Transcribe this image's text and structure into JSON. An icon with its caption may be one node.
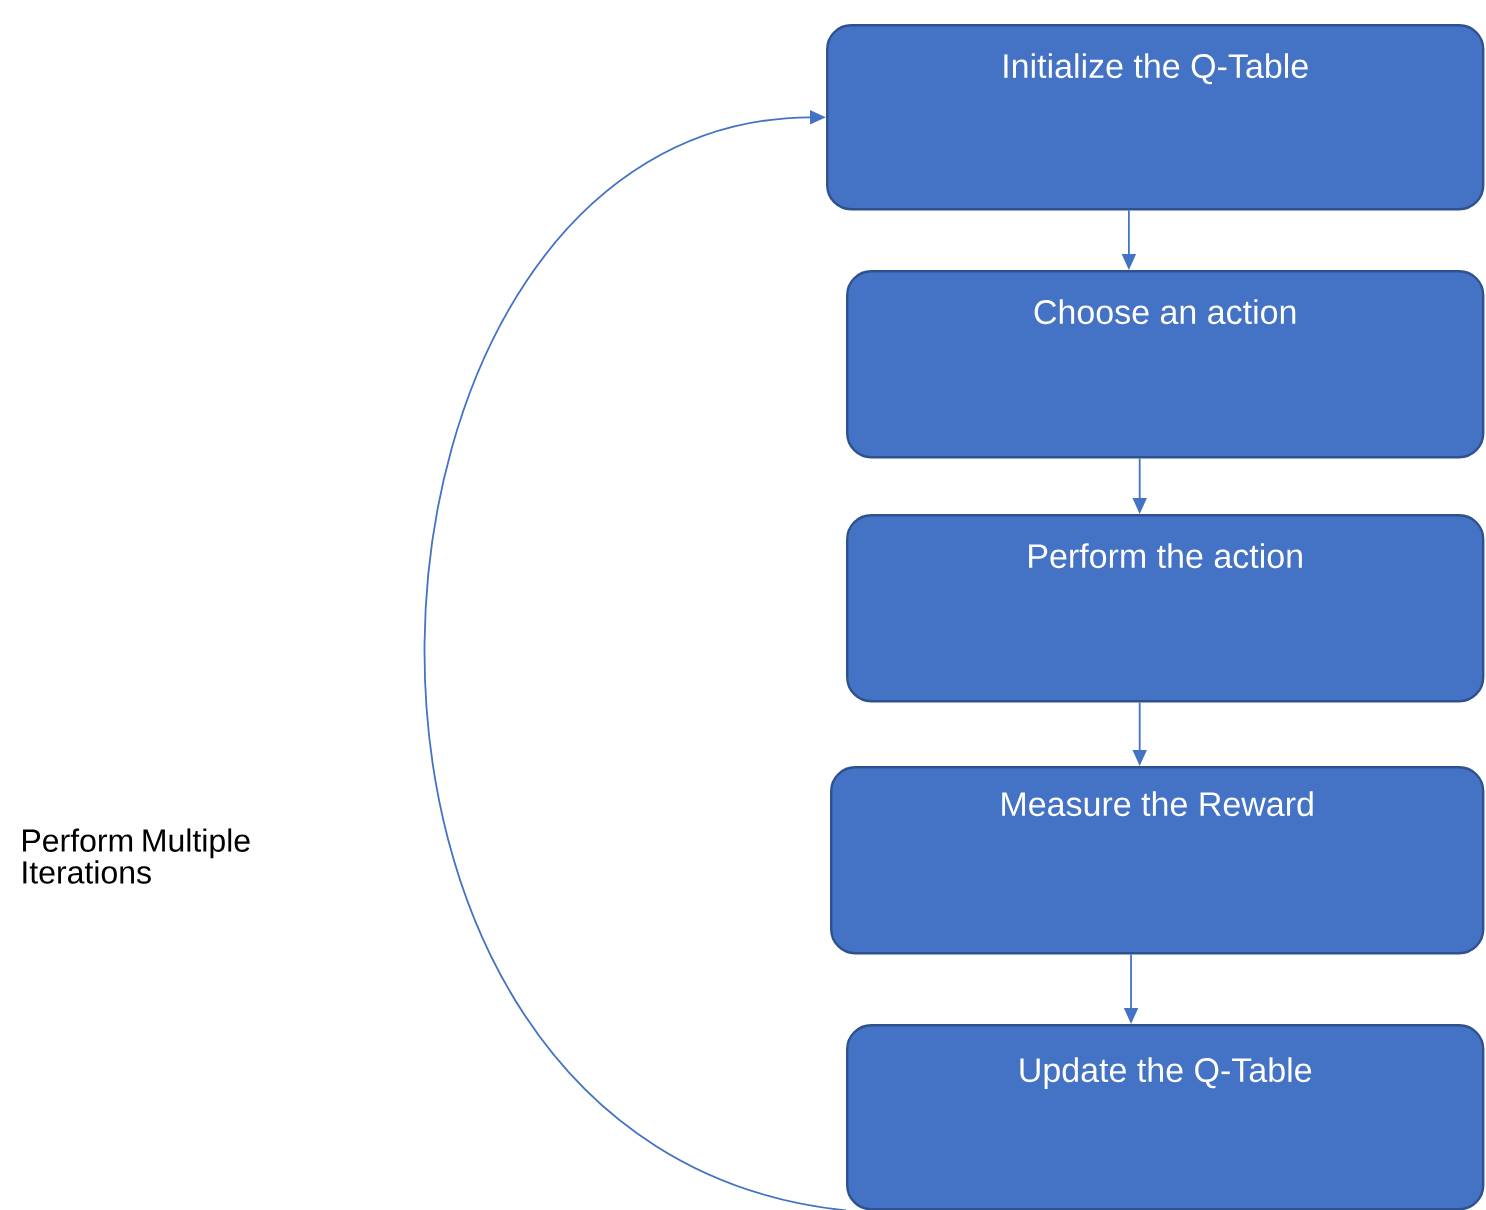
{
  "diagram": {
    "nodes": [
      {
        "text": [
          "Initialize the Q-Table"
        ]
      },
      {
        "text": [
          "Choose an action"
        ]
      },
      {
        "text": [
          "Perform the action"
        ]
      },
      {
        "text": [
          "Measure the Reward"
        ]
      },
      {
        "text": [
          "Update the Q-Table"
        ]
      }
    ],
    "edges": [
      {
        "from": 0,
        "to": 1,
        "arrow": "to"
      },
      {
        "from": 1,
        "to": 2,
        "arrow": "to"
      },
      {
        "from": 2,
        "to": 3,
        "arrow": "to"
      },
      {
        "from": 3,
        "to": 4,
        "arrow": "to"
      },
      {
        "from": 4,
        "to": 0,
        "arrow": "to"
      }
    ],
    "labels": [
      "Perform Multiple Iterations"
    ]
  }
}
